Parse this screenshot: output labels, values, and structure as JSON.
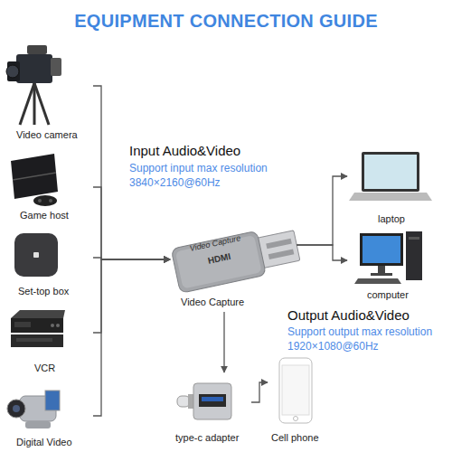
{
  "diagram": {
    "title": "EQUIPMENT CONNECTION GUIDE",
    "nodes": [
      {
        "text": [
          "Video camera"
        ]
      },
      {
        "text": [
          "Game host"
        ]
      },
      {
        "text": [
          "Set-top box"
        ]
      },
      {
        "text": [
          "VCR"
        ]
      },
      {
        "text": [
          "Digital Video"
        ]
      },
      {
        "text": [
          "Video Capture",
          "HDMI",
          "Video Capture"
        ]
      },
      {
        "text": [
          "laptop"
        ]
      },
      {
        "text": [
          "computer"
        ]
      },
      {
        "text": [
          "type-c adapter"
        ]
      },
      {
        "text": [
          "Cell phone"
        ]
      }
    ],
    "edges": [
      {
        "from": 0,
        "to": 5,
        "arrow": "to"
      },
      {
        "from": 1,
        "to": 5,
        "arrow": "to"
      },
      {
        "from": 2,
        "to": 5,
        "arrow": "to"
      },
      {
        "from": 3,
        "to": 5,
        "arrow": "to"
      },
      {
        "from": 4,
        "to": 5,
        "arrow": "to"
      },
      {
        "from": 5,
        "to": 6,
        "arrow": "to"
      },
      {
        "from": 5,
        "to": 7,
        "arrow": "to"
      },
      {
        "from": 5,
        "to": 8,
        "arrow": "to"
      },
      {
        "from": 8,
        "to": 9,
        "arrow": "to"
      }
    ],
    "labels": [
      "Input Audio&Video",
      "Support input max resolution 3840×2160@60Hz",
      "Output Audio&Video",
      "Support output max resolution 1920×1080@60Hz"
    ]
  }
}
